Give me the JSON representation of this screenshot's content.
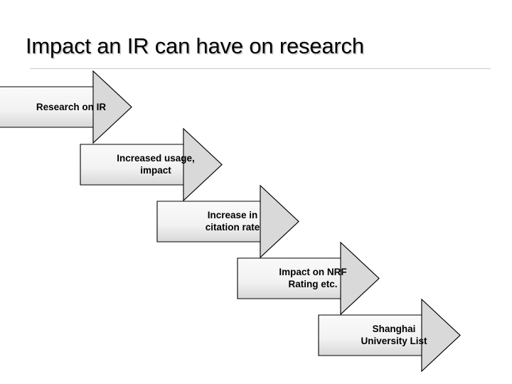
{
  "slide": {
    "title": "Impact an IR can have on research",
    "background_color": "#ffffff",
    "title_color": "#000000",
    "rule_color": "#c9c9c9"
  },
  "diagram": {
    "type": "cascading-arrow-sequence",
    "arrow_fill_top": "#ffffff",
    "arrow_fill_bottom": "#bfbfbf",
    "arrow_head_fill": "#d9d9d9",
    "arrow_stroke": "#000000",
    "arrows": [
      {
        "id": "arrow-1",
        "label": "Research on IR"
      },
      {
        "id": "arrow-2",
        "label": "Increased usage,\nimpact"
      },
      {
        "id": "arrow-3",
        "label": "Increase in\ncitation rate"
      },
      {
        "id": "arrow-4",
        "label": "Impact on NRF\nRating etc."
      },
      {
        "id": "arrow-5",
        "label": "Shanghai\nUniversity List"
      }
    ]
  }
}
